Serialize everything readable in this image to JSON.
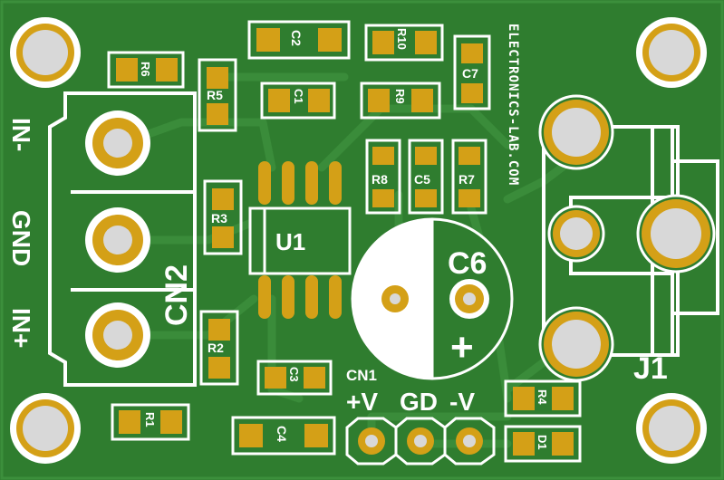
{
  "colors": {
    "board": "#2f7d2f",
    "board_dark": "#276a27",
    "trace": "#3a8c3a",
    "pad_gold": "#d4a017",
    "silkscreen": "#ffffff",
    "hole_gray": "#d8d8d8"
  },
  "labels": {
    "site": "ELECTRONICS-LAB.COM",
    "in_minus": "IN-",
    "gnd": "GND",
    "in_plus": "IN+",
    "cn2": "CN2",
    "cn1": "CN1",
    "u1": "U1",
    "c6": "C6",
    "c6_plus": "+",
    "j1": "J1",
    "pin_plus_v": "+V",
    "pin_gd": "GD",
    "pin_minus_v": "-V"
  },
  "parts": {
    "r1": "R1",
    "r2": "R2",
    "r3": "R3",
    "r4": "R4",
    "r5": "R5",
    "r6": "R6",
    "r7": "R7",
    "r8": "R8",
    "r9": "R9",
    "r10": "R10",
    "c1": "C1",
    "c2": "C2",
    "c3": "C3",
    "c4": "C4",
    "c5": "C5",
    "c7": "C7",
    "d1": "D1"
  }
}
